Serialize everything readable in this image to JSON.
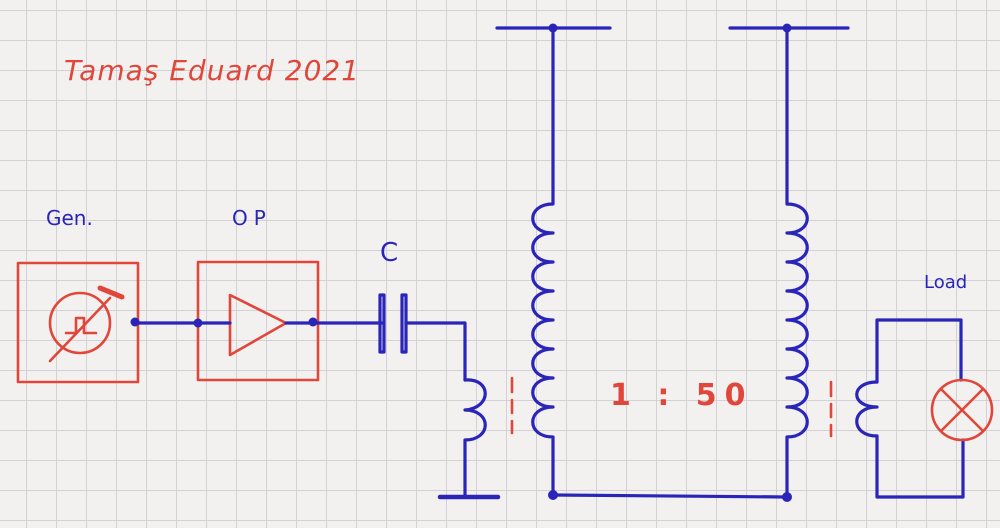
{
  "title": "Tamaş Eduard 2021",
  "labels": {
    "generator": "Gen.",
    "amplifier": "OP",
    "capacitor": "C",
    "load": "Load",
    "ratio": "1 : 50"
  },
  "colors": {
    "ink_blue": "#2a25b8",
    "ink_red": "#e0473a",
    "grid": "#d2d2d6"
  }
}
